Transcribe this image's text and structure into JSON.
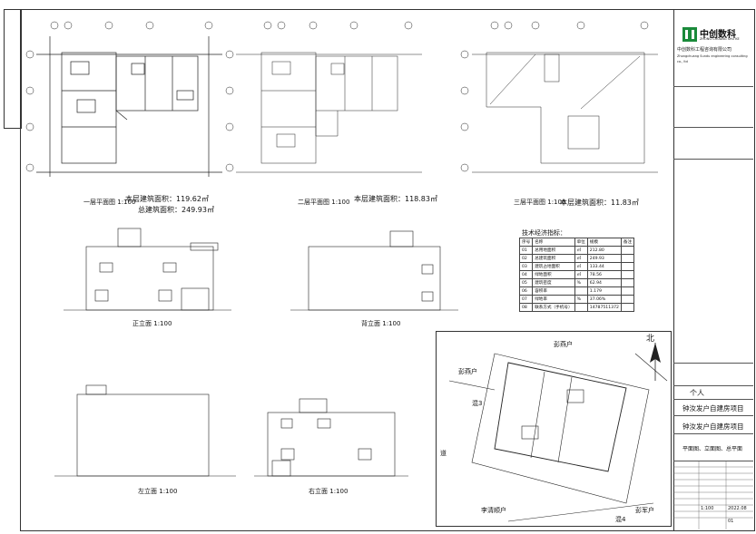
{
  "company": {
    "logo_text": "中创数科",
    "logo_sub": "ZHONG CHUANG SHU KE",
    "name_cn": "中创数科工程咨询有限公司",
    "name_en": "Zhongchuang Sundu engineering consulting co., ltd"
  },
  "plans": {
    "p1": {
      "caption": "一层平面图",
      "scale": "1:100"
    },
    "p2": {
      "caption": "二层平面图",
      "scale": "1:100"
    },
    "p3": {
      "caption": "三层平面图",
      "scale": "1:100"
    }
  },
  "area_notes": {
    "floor1": "本层建筑面积：119.62㎡",
    "total": "总建筑面积：249.93㎡",
    "floor2": "本层建筑面积：118.83㎡",
    "floor3": "本层建筑面积：11.83㎡"
  },
  "elevations": {
    "south": {
      "caption": "正立面",
      "scale": "1:100"
    },
    "north": {
      "caption": "背立面",
      "scale": "1:100"
    },
    "east": {
      "caption": "左立面",
      "scale": "1:100"
    },
    "west": {
      "caption": "右立面",
      "scale": "1:100"
    }
  },
  "tech_table": {
    "title": "技术经济指标：",
    "headers": [
      "序号",
      "名称",
      "单位",
      "规模",
      "备注"
    ],
    "rows": [
      [
        "01",
        "总用地面积",
        "㎡",
        "212.80",
        ""
      ],
      [
        "02",
        "总建筑面积",
        "㎡",
        "249.93",
        ""
      ],
      [
        "03",
        "建筑占地面积",
        "㎡",
        "133.44",
        ""
      ],
      [
        "04",
        "绿地面积",
        "㎡",
        "78.56",
        ""
      ],
      [
        "05",
        "建筑密度",
        "%",
        "62.94",
        ""
      ],
      [
        "06",
        "容积率",
        "",
        "1.179",
        ""
      ],
      [
        "07",
        "绿地率",
        "%",
        "37.06%",
        ""
      ],
      [
        "08",
        "联系方式（手机号）",
        "",
        "14787511372",
        ""
      ]
    ]
  },
  "site": {
    "north": "北",
    "neighbors": [
      "彭燕户",
      "彭燕户",
      "李清顺户",
      "彭军户",
      "道",
      "混3",
      "混4"
    ]
  },
  "titleblock": {
    "client": "个人",
    "project": "钟汝发户自建房项目",
    "subproject": "钟汝发户自建房项目",
    "drawing": "平面图、立面图、总平面",
    "scale": "1:100",
    "date": "2022.08",
    "sheet": "01"
  },
  "colors": {
    "line": "#222222",
    "logo": "#1a8a3a"
  }
}
